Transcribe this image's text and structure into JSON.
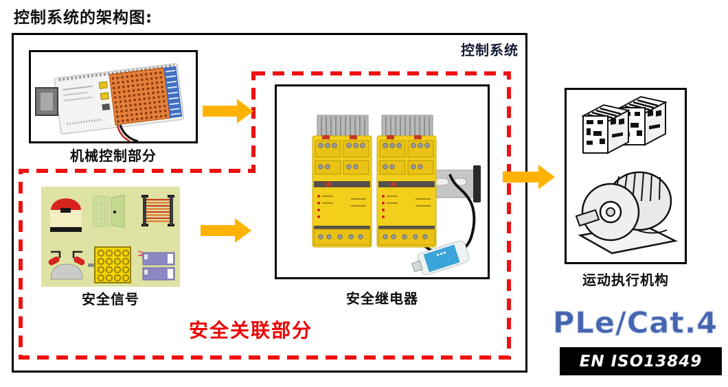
{
  "title": "控制系统的架构图:",
  "control_system": {
    "label": "控制系统",
    "plc": {
      "label": "机械控制部分",
      "image": "plc-controller-photo"
    },
    "safety_related": {
      "label": "安全关联部分",
      "safety_signal": {
        "label": "安全信号",
        "icons": [
          "emergency-stop-button",
          "safety-door",
          "light-curtain",
          "two-hand-control",
          "safety-mat",
          "safety-sensor-modules"
        ]
      },
      "safety_relay": {
        "label": "安全继电器",
        "image": "safety-relay-modules-photo"
      }
    }
  },
  "actuator": {
    "label": "运动执行机构",
    "image": "contactor-and-motor-drawing"
  },
  "performance_level": {
    "label": "PLe/Cat.4"
  },
  "standard": {
    "label": "EN ISO13849"
  },
  "colors": {
    "arrow": "#FFB300",
    "dashed_border": "#EE1111",
    "safety_related_text": "#ED0000",
    "rating_blue": "#4565AE",
    "signal_background": "#DEE3A3",
    "standard_bar_background": "#000000",
    "control_system_label": "#161B33"
  }
}
